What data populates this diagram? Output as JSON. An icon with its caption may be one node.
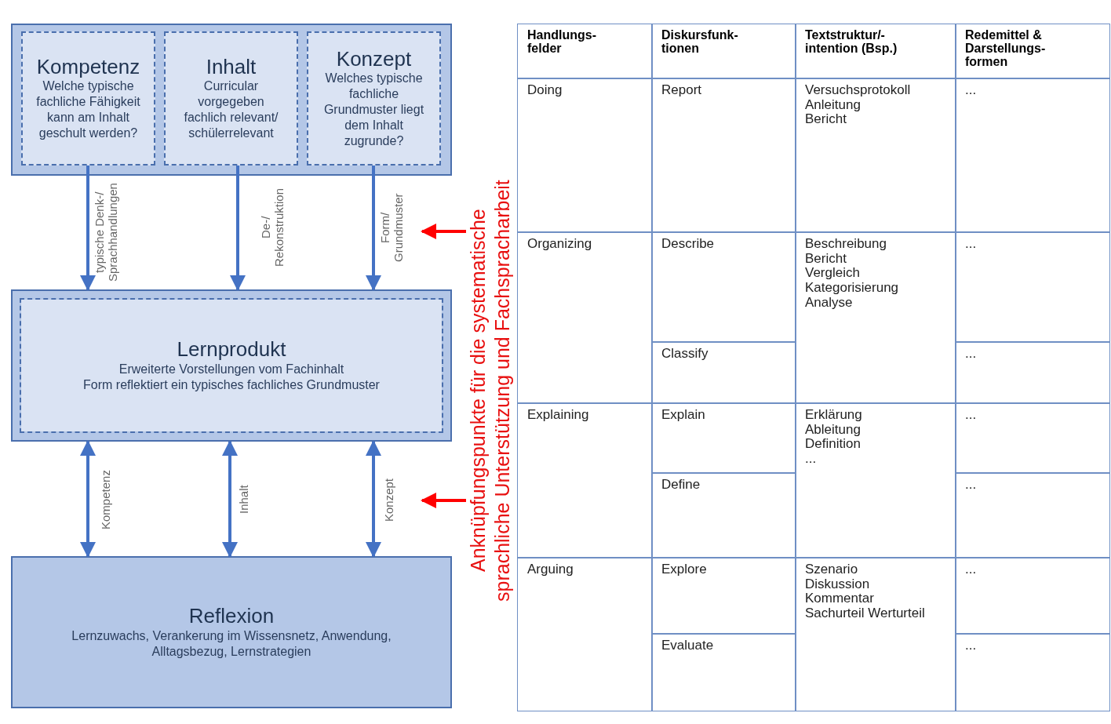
{
  "diagram": {
    "nodes": [
      {
        "text": [],
        "shape": "box"
      },
      {
        "text": [
          "Kompetenz",
          "Welche typische fachliche Fähigkeit kann am Inhalt geschult werden?"
        ],
        "in": 0
      },
      {
        "text": [
          "Inhalt",
          "Curricular vorgegeben fachlich relevant/ schülerrelevant"
        ],
        "in": 0
      },
      {
        "text": [
          "Konzept",
          "Welches typische fachliche Grundmuster liegt dem Inhalt zugrunde?"
        ],
        "in": 0
      },
      {
        "text": [
          "Lernprodukt",
          "Erweiterte Vorstellungen vom Fachinhalt",
          "Form reflektiert ein typisches fachliches Grundmuster"
        ]
      },
      {
        "text": [
          "Reflexion",
          "Lernzuwachs, Verankerung im Wissensnetz, Anwendung, Alltagsbezug, Lernstrategien"
        ]
      },
      {
        "text": [
          "Anknüpfungspunkte für die systematische sprachliche Unterstützung und Fachspracharbeit"
        ]
      }
    ],
    "edges": [
      {
        "from": 1,
        "to": 4,
        "arrow": "to",
        "label": "typische Denk-/ Sprachhandlungen"
      },
      {
        "from": 2,
        "to": 4,
        "arrow": "to",
        "label": "De-/ Rekonstruktion"
      },
      {
        "from": 3,
        "to": 4,
        "arrow": "to",
        "label": "Form/ Grundmuster"
      },
      {
        "from": 4,
        "to": 5,
        "arrow": "both",
        "label": "Kompetenz"
      },
      {
        "from": 4,
        "to": 5,
        "arrow": "both",
        "label": "Inhalt"
      },
      {
        "from": 4,
        "to": 5,
        "arrow": "both",
        "label": "Konzept"
      },
      {
        "from": 6,
        "to": null,
        "arrow": "to",
        "color": "#ff0000"
      },
      {
        "from": 6,
        "to": null,
        "arrow": "to",
        "color": "#ff0000"
      }
    ],
    "labels": [
      "Handlungs- felder",
      "Diskursfunk- tionen",
      "Textstruktur/- intention (Bsp.)",
      "Redemittel & Darstellungs- formen",
      "Doing",
      "Report",
      "Versuchsprotokoll",
      "Anleitung",
      "Bericht",
      "...",
      "Organizing",
      "Describe",
      "Beschreibung",
      "Bericht",
      "Vergleich",
      "Kategorisierung",
      "Analyse",
      "...",
      "Classify",
      "...",
      "Explaining",
      "Explain",
      "Erklärung",
      "Ableitung",
      "Definition",
      "...",
      "...",
      "Define",
      "...",
      "Arguing",
      "Explore",
      "Szenario",
      "Diskussion",
      "Kommentar",
      "Sachurteil Werturteil",
      "...",
      "Evaluate",
      "..."
    ]
  }
}
